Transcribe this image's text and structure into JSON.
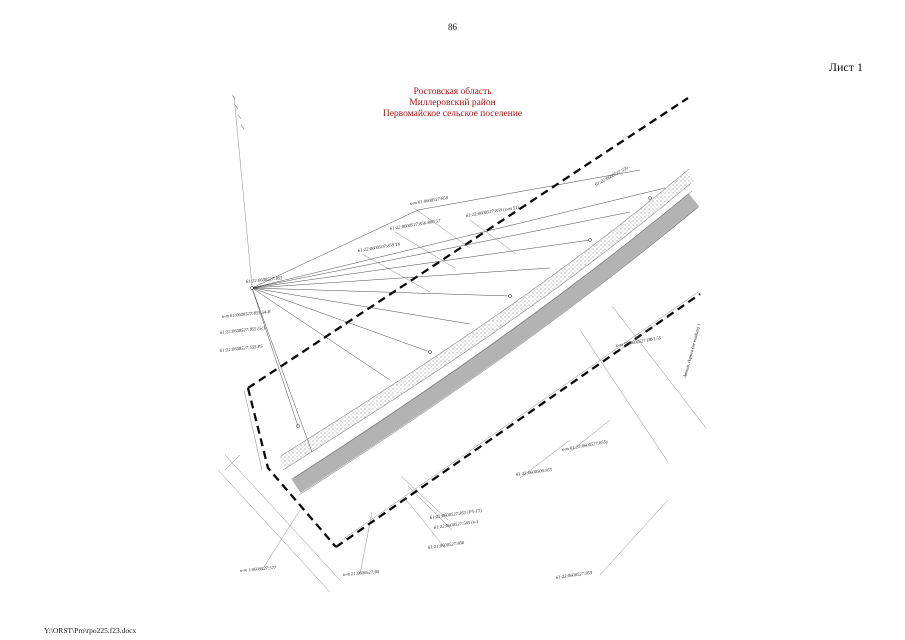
{
  "page": {
    "number": "86",
    "sheet_label": "Лист 1",
    "footer_path": "Y:\\ORST\\Pro\\rpo225.f23.docx"
  },
  "title": {
    "line1": "Ростовская область",
    "line2": "Миллеровский район",
    "line3": "Первомайское сельское поселение",
    "color": "#b01010"
  },
  "map": {
    "labels": [
      "к-т 61:0600527:850",
      "61:22:0600527:859 (к-т 51)",
      "61:22:0600527:856-800:57",
      "61:22:0600507:859 Т6",
      "61:22:0600527:559",
      "61:22:0600527:855",
      "к-т 61:0600527:855 54-В",
      "61:22:0600527:855 (5с)",
      "61:22:0600527:555 Р5",
      "к-т 55:0600527 (ВУ) 55",
      "Автом. дорога (не входит) 1",
      "к-т 61:22:0600527:855у",
      "61:22:0600500:855",
      "61:22:0600527:855 (Р5-Г5)",
      "61:22:0600527:565 (к-)",
      "61:21:0600527:856",
      "к-т 1:0600527:577",
      "к-т 21:0600527:85",
      "61:22:0600527:859"
    ]
  }
}
